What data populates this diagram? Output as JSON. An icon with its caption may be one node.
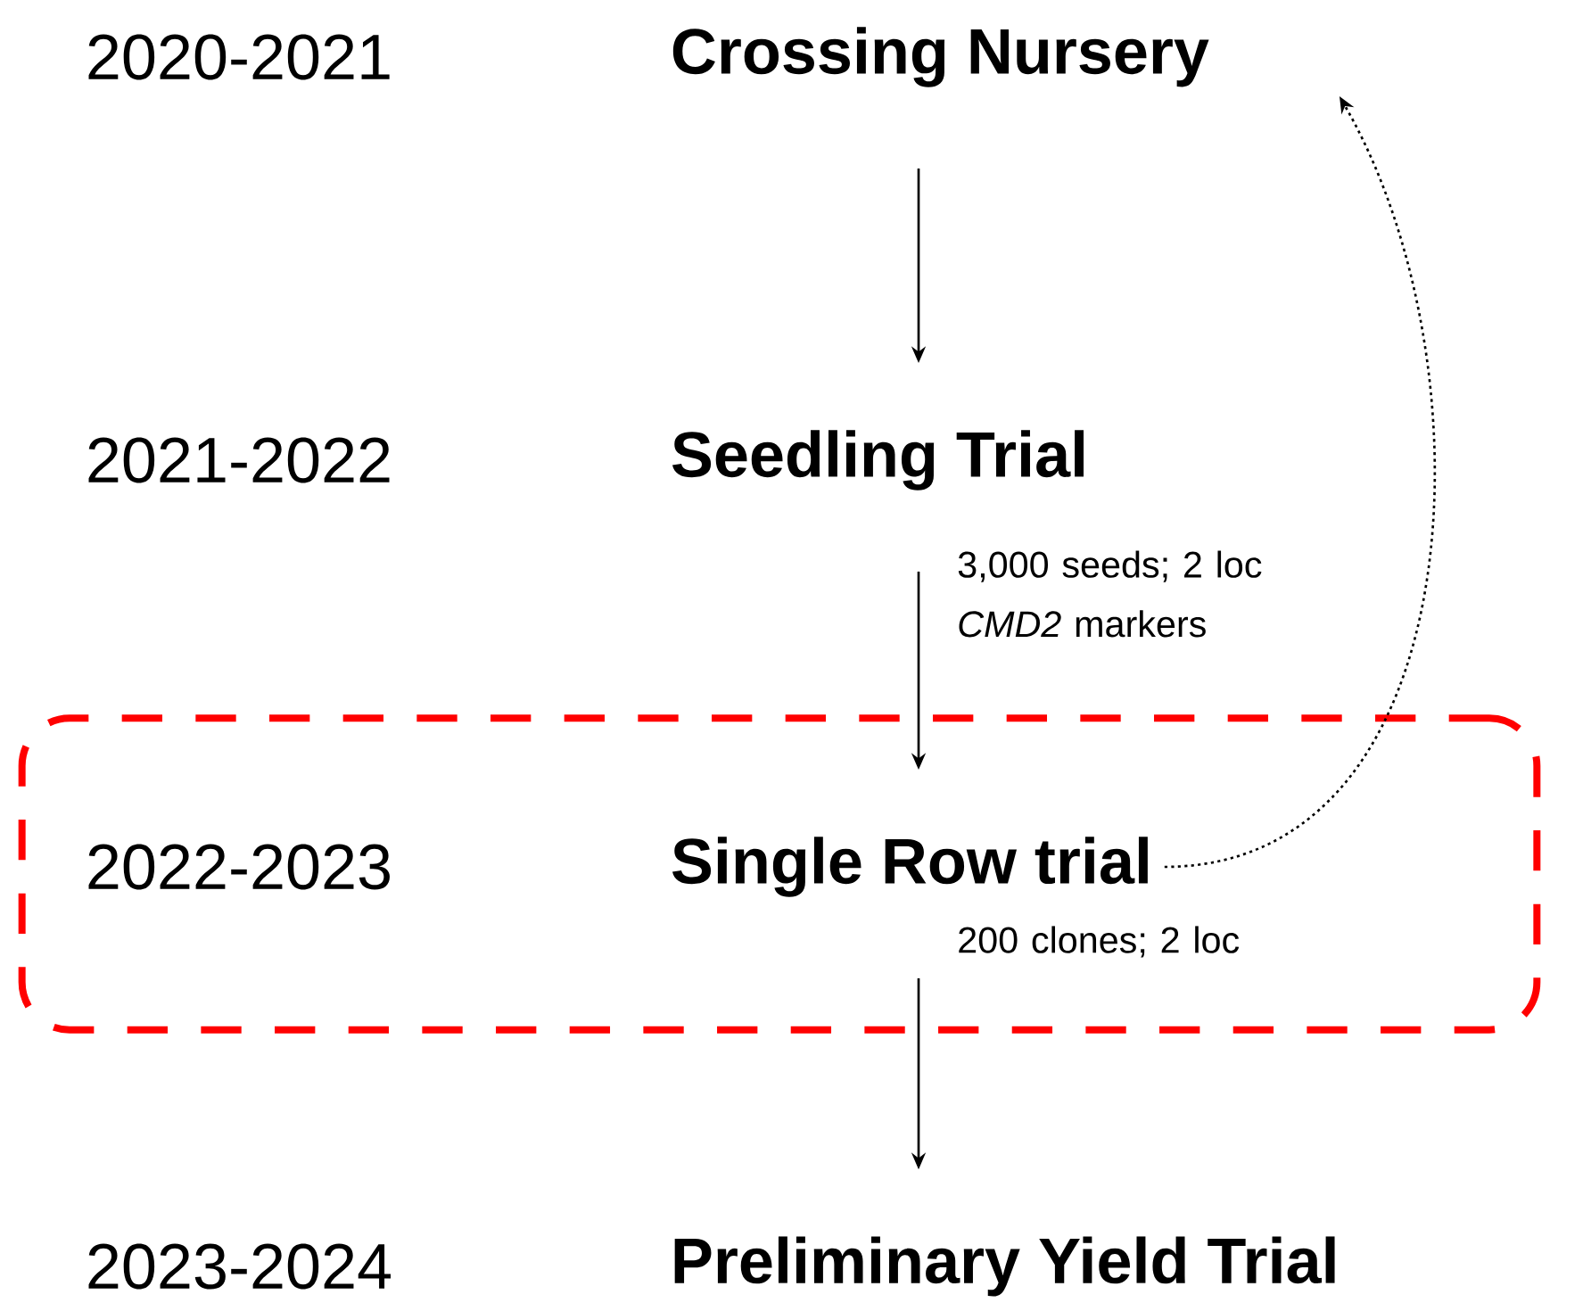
{
  "diagram": {
    "nodes": [
      {
        "text": [
          "Crossing Nursery"
        ],
        "beside": [
          "2020-2021"
        ]
      },
      {
        "text": [
          "Seedling Trial"
        ],
        "beside": [
          "2021-2022"
        ]
      },
      {
        "text": [],
        "shape": "box"
      },
      {
        "text": [
          "Single Row trial"
        ],
        "beside": [
          "2022-2023"
        ],
        "in": 2
      },
      {
        "text": [
          "Preliminary Yield Trial"
        ],
        "beside": [
          "2023-2024"
        ]
      }
    ],
    "edges": [
      {
        "from": 0,
        "to": 1,
        "arrow": "to"
      },
      {
        "from": 1,
        "to": 3,
        "arrow": "to",
        "label": "3,000 seeds; 2 loc *CMD2* markers"
      },
      {
        "from": 3,
        "to": 4,
        "arrow": "to",
        "label": "200 clones; 2 loc"
      },
      {
        "from": 3,
        "to": 0,
        "arrow": "to",
        "style": "dashed"
      }
    ]
  }
}
